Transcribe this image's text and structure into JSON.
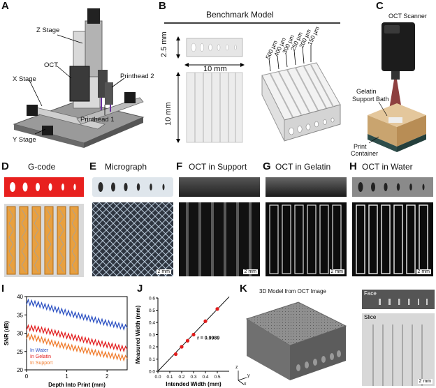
{
  "panels": {
    "a": {
      "letter": "A",
      "labels": {
        "z_stage": "Z Stage",
        "oct": "OCT",
        "x_stage": "X Stage",
        "printhead2": "Printhead 2",
        "y_stage": "Y Stage",
        "printhead1": "Printhead 1"
      }
    },
    "b": {
      "letter": "B",
      "title": "Benchmark Model",
      "dim_height": "2.5 mm",
      "dim_width": "10 mm",
      "dim_length": "10 mm",
      "channel_widths": [
        "500 µm",
        "400 µm",
        "300 µm",
        "250 µm",
        "200 µm",
        "150 µm"
      ]
    },
    "c": {
      "letter": "C",
      "labels": {
        "scanner": "OCT Scanner",
        "bath_line1": "Gelatin",
        "bath_line2": "Support Bath",
        "container_line1": "Print",
        "container_line2": "Container"
      }
    },
    "d": {
      "letter": "D",
      "title": "G-code"
    },
    "e": {
      "letter": "E",
      "title": "Micrograph",
      "scale": "2 mm"
    },
    "f": {
      "letter": "F",
      "title": "OCT in Support",
      "scale": "2 mm"
    },
    "g": {
      "letter": "G",
      "title": "OCT in Gelatin",
      "scale": "2 mm"
    },
    "h": {
      "letter": "H",
      "title": "OCT in Water",
      "scale": "2 mm"
    },
    "k": {
      "letter": "K",
      "title": "3D Model from OCT Image",
      "face": "Face",
      "slice": "Slice",
      "scale": "2 mm",
      "axes": {
        "z": "z",
        "y": "y",
        "x": "x"
      }
    }
  },
  "colors": {
    "gcode_red": "#e8201e",
    "gcode_orange": "#e8a040",
    "water": "#2a4fc2",
    "gelatin": "#e21d1d",
    "support": "#f07a2a",
    "fit_line": "#111111"
  },
  "chart_data": [
    {
      "id": "I",
      "letter": "I",
      "type": "line",
      "title": "",
      "xlabel": "Depth Into Print (mm)",
      "ylabel": "SNR (dB)",
      "xlim": [
        0,
        2.5
      ],
      "ylim": [
        20,
        40
      ],
      "xticks": [
        0,
        1,
        2
      ],
      "yticks": [
        20,
        25,
        30,
        35,
        40
      ],
      "legend": "bottom-left",
      "series": [
        {
          "name": "In Water",
          "x": [
            0,
            0.25,
            0.5,
            0.75,
            1.0,
            1.25,
            1.5,
            1.75,
            2.0,
            2.25,
            2.5
          ],
          "values": [
            38.5,
            38.0,
            37.2,
            36.4,
            35.6,
            34.9,
            34.2,
            33.5,
            32.8,
            32.2,
            31.5
          ]
        },
        {
          "name": "In Gelatin",
          "x": [
            0,
            0.25,
            0.5,
            0.75,
            1.0,
            1.25,
            1.5,
            1.75,
            2.0,
            2.25,
            2.5
          ],
          "values": [
            31.5,
            31.2,
            30.6,
            30.0,
            29.3,
            28.7,
            28.0,
            27.4,
            26.8,
            26.2,
            25.6
          ]
        },
        {
          "name": "In Support",
          "x": [
            0,
            0.25,
            0.5,
            0.75,
            1.0,
            1.25,
            1.5,
            1.75,
            2.0,
            2.25,
            2.5
          ],
          "values": [
            29.2,
            28.6,
            27.8,
            27.0,
            26.4,
            25.8,
            25.2,
            24.6,
            24.1,
            23.6,
            23.1
          ]
        }
      ]
    },
    {
      "id": "J",
      "letter": "J",
      "type": "scatter",
      "xlabel": "Intended Width (mm)",
      "ylabel": "Measured Width (mm)",
      "xlim": [
        0,
        0.6
      ],
      "ylim": [
        0,
        0.6
      ],
      "xticks": [
        0.0,
        0.1,
        0.2,
        0.3,
        0.4,
        0.5
      ],
      "yticks": [
        0.0,
        0.1,
        0.2,
        0.3,
        0.4,
        0.5,
        0.6
      ],
      "annotation": "r = 0.9989",
      "series": [
        {
          "name": "Measured",
          "x": [
            0.15,
            0.2,
            0.25,
            0.3,
            0.4,
            0.5
          ],
          "values": [
            0.14,
            0.2,
            0.25,
            0.3,
            0.41,
            0.51
          ]
        }
      ],
      "fit": {
        "x": [
          0,
          0.6
        ],
        "values": [
          0,
          0.61
        ]
      }
    }
  ]
}
